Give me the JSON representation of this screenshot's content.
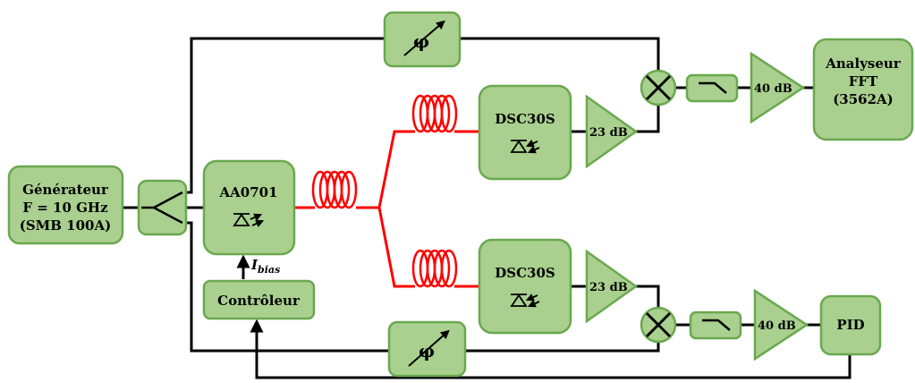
{
  "generator": {
    "line1": "Générateur",
    "line2": "F = 10 GHz",
    "line3": "(SMB 100A)"
  },
  "laser": {
    "label": "AA0701"
  },
  "detector_top": {
    "label": "DSC30S"
  },
  "detector_bottom": {
    "label": "DSC30S"
  },
  "amp_top_1": {
    "label": "23 dB"
  },
  "amp_bottom_1": {
    "label": "23 dB"
  },
  "amp_top_2": {
    "label": "40 dB"
  },
  "amp_bottom_2": {
    "label": "40 dB"
  },
  "analyzer": {
    "line1": "Analyseur",
    "line2": "FFT",
    "line3": "(3562A)"
  },
  "pid": {
    "label": "PID"
  },
  "controller": {
    "label": "Contrôleur"
  },
  "bias": {
    "main": "I",
    "sub": "bias"
  },
  "phase_shifter": {
    "symbol": "φ"
  },
  "colors": {
    "block_fill": "#a9d08e",
    "block_stroke": "#6aa84f",
    "fiber": "#ff0000",
    "wire": "#000000"
  }
}
